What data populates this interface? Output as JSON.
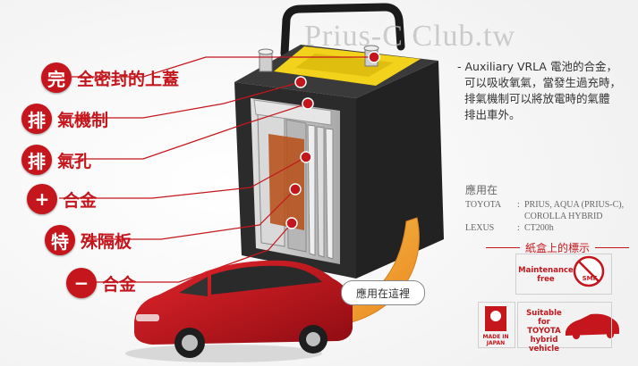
{
  "watermark": "Prius-C Club.tw",
  "labels": [
    {
      "badge": "完",
      "text": "全密封的上蓋"
    },
    {
      "badge": "排",
      "text": "氣機制"
    },
    {
      "badge": "排",
      "text": "氣孔"
    },
    {
      "badge": "+",
      "text": "合金"
    },
    {
      "badge": "特",
      "text": "殊隔板"
    },
    {
      "badge": "−",
      "text": "合金"
    }
  ],
  "description": [
    "- Auxiliary VRLA 電池的合金，",
    "可以吸收氧氣，當發生過充時，",
    "排氣機制可以將放電時的氣體",
    "排出車外。"
  ],
  "applications": {
    "heading": "應用在",
    "rows": [
      {
        "brand": "TOYOTA",
        "models": [
          "PRIUS, AQUA (PRIUS-C),",
          "COROLLA HYBRID"
        ]
      },
      {
        "brand": "LEXUS",
        "models": [
          "CT200h"
        ]
      }
    ]
  },
  "box_labels_title": "紙盒上的標示",
  "cards": {
    "maintenance": {
      "line1": "Maintenance",
      "line2": "free",
      "icon_text": "SMF"
    },
    "made_in": {
      "line1": "MADE IN",
      "line2": "JAPAN"
    },
    "suitable": {
      "line1": "Suitable for",
      "line2": "TOYOTA",
      "line3": "hybrid vehicle"
    }
  },
  "callout": "應用在這裡",
  "colors": {
    "accent": "#c4161c",
    "battery_label": "#f2d21a",
    "car": "#c8141c",
    "arrow": "#f0a030"
  }
}
